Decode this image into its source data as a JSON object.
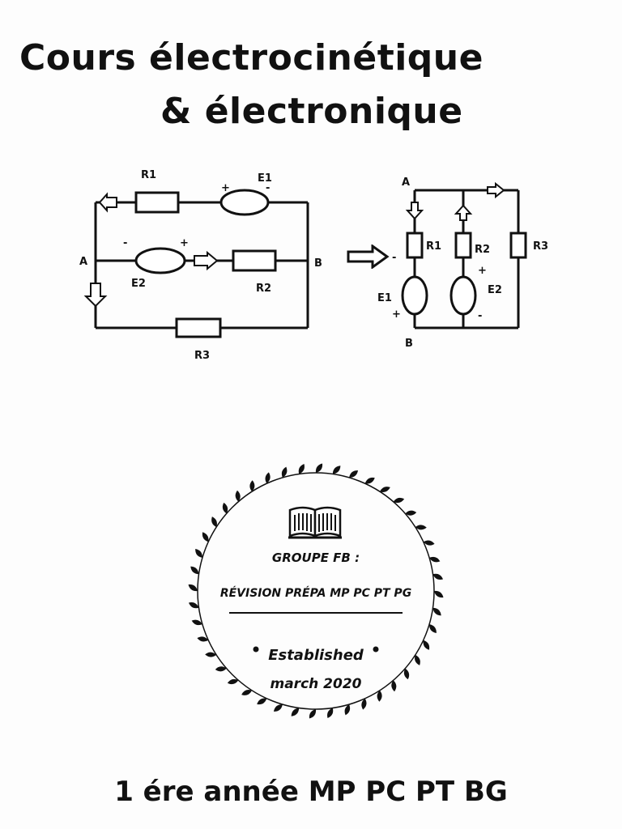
{
  "title": {
    "line1": "Cours électrocinétique",
    "line2": "&  électronique"
  },
  "circuit_left": {
    "r1": "R1",
    "r2": "R2",
    "r3": "R3",
    "e1": "E1",
    "e2": "E2",
    "node_a": "A",
    "node_b": "B",
    "plus": "+",
    "minus": "-"
  },
  "circuit_right": {
    "r1": "R1",
    "r2": "R2",
    "r3": "R3",
    "e1": "E1",
    "e2": "E2",
    "node_a": "A",
    "node_b": "B",
    "plus": "+",
    "minus": "-"
  },
  "emblem": {
    "icon": "open-book-icon",
    "group": "GROUPE FB :",
    "subtitle": "RÉVISION PRÉPA MP PC PT PG",
    "established": "Established",
    "date": "march 2020"
  },
  "footer": {
    "text": "1 ére année MP PC PT BG"
  }
}
